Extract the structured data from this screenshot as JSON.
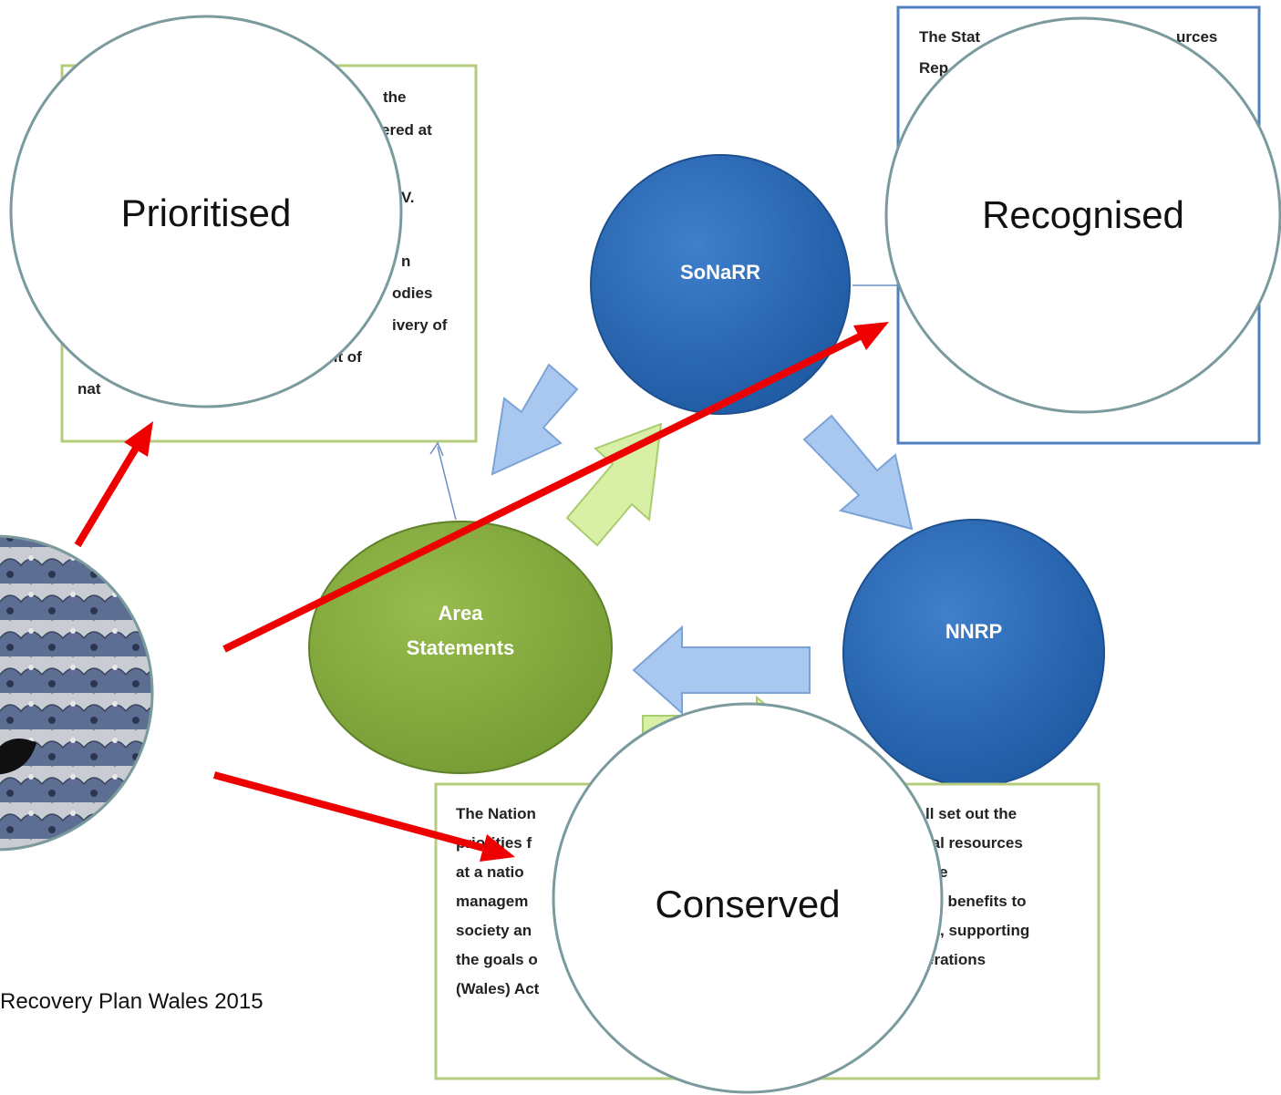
{
  "nodes": {
    "sonarr": "SoNaRR",
    "nnrp": "NNRP",
    "area_line1": "Area",
    "area_line2": "Statements"
  },
  "left_box_lines": [
    "the",
    "ered at",
    "V.",
    "n",
    "odies",
    "ivery of",
    "nt of",
    "nat"
  ],
  "right_box_lines": [
    "The Stat",
    "urces",
    "Rep"
  ],
  "bottom_box_lines": [
    [
      "The Nation",
      "ll set out the"
    ],
    [
      "priorities f",
      "ral resources"
    ],
    [
      "at a natio",
      "ble"
    ],
    [
      "managem",
      "de benefits to"
    ],
    [
      "society an",
      "nt, supporting"
    ],
    [
      "the goals o",
      "erations"
    ],
    [
      "(Wales) Act",
      ""
    ]
  ],
  "overlay_labels": {
    "prioritised": "Prioritised",
    "recognised": "Recognised",
    "conserved": "Conserved"
  },
  "caption": "Recovery Plan Wales  2015",
  "colors": {
    "node_blue": "#2e6bb5",
    "node_green": "#84a93f",
    "box_green": "#b5cc7d",
    "box_blue": "#4f7fbf",
    "arrow_blue": "#a9c8ef",
    "arrow_green": "#d7f0a6",
    "red_arrow": "#ee0000",
    "circle_border": "#7a9a9d"
  }
}
